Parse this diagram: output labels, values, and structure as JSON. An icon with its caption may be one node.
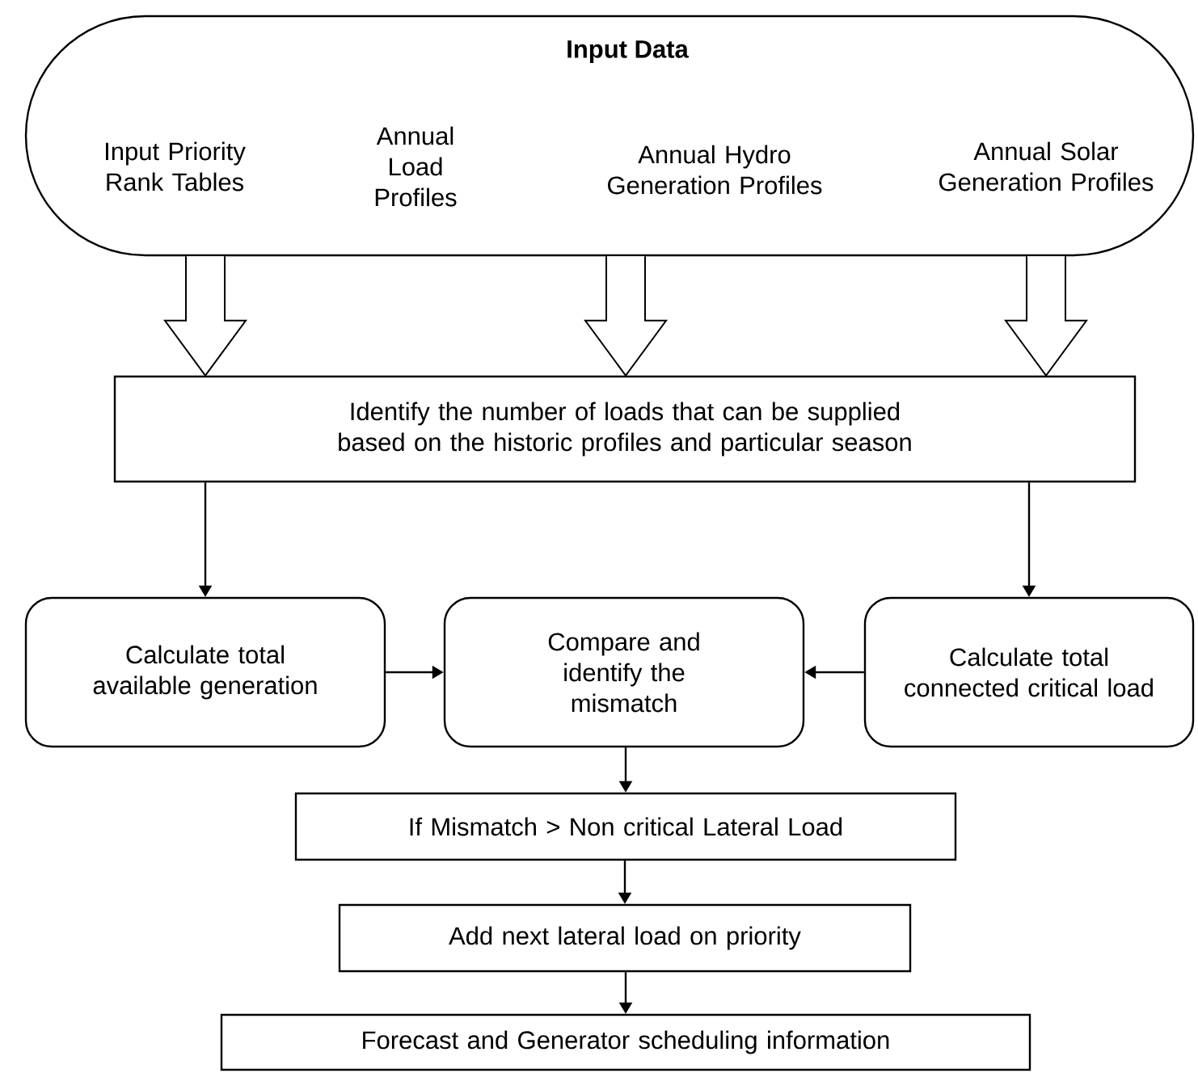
{
  "diagram": {
    "nodes": [
      {
        "text": [
          "Input Data",
          "Input Priority Rank Tables",
          "Annual Load Profiles",
          "Annual Hydro Generation Profiles",
          "Annual Solar Generation Profiles"
        ]
      },
      {
        "text": [
          "Identify the number of loads that can be supplied based on the historic profiles and particular season"
        ]
      },
      {
        "text": [
          "Calculate total available generation"
        ]
      },
      {
        "text": [
          "Compare and identify the mismatch"
        ]
      },
      {
        "text": [
          "Calculate total connected critical load"
        ]
      },
      {
        "text": [
          "If Mismatch > Non critical Lateral Load"
        ]
      },
      {
        "text": [
          "Add next lateral load on priority"
        ]
      },
      {
        "text": [
          "Forecast and Generator scheduling information"
        ]
      }
    ],
    "edges": [
      {
        "from": 0,
        "to": 1,
        "arrow": "to",
        "style": "thick"
      },
      {
        "from": 0,
        "to": 1,
        "arrow": "to",
        "style": "thick"
      },
      {
        "from": 0,
        "to": 1,
        "arrow": "to",
        "style": "thick"
      },
      {
        "from": 1,
        "to": 2,
        "arrow": "to"
      },
      {
        "from": 1,
        "to": 4,
        "arrow": "to"
      },
      {
        "from": 2,
        "to": 3,
        "arrow": "to"
      },
      {
        "from": 4,
        "to": 3,
        "arrow": "to"
      },
      {
        "from": 3,
        "to": 5,
        "arrow": "to"
      },
      {
        "from": 5,
        "to": 6,
        "arrow": "to"
      },
      {
        "from": 6,
        "to": 7,
        "arrow": "to"
      }
    ]
  }
}
